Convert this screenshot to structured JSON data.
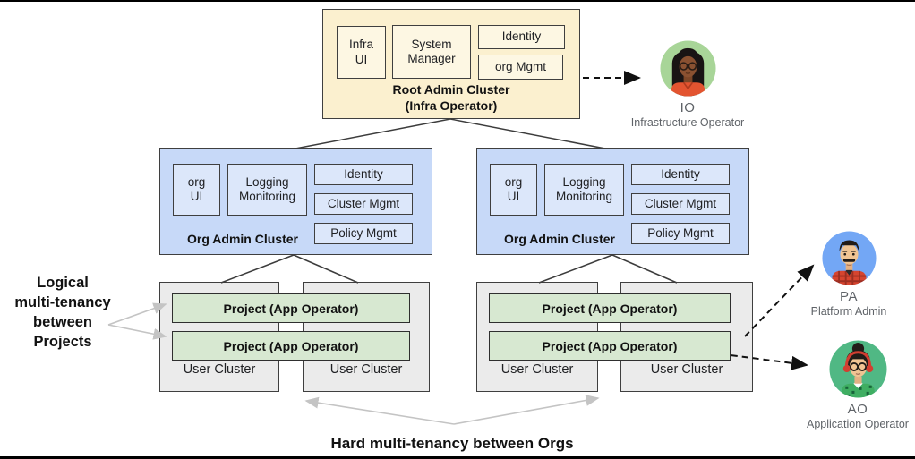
{
  "annotations": {
    "left_label": "Logical\nmulti-tenancy\nbetween\nProjects",
    "bottom_label": "Hard multi-tenancy between Orgs"
  },
  "root_cluster": {
    "title": "Root Admin Cluster\n(Infra Operator)",
    "modules": [
      "Infra\nUI",
      "System\nManager",
      "Identity",
      "org Mgmt"
    ]
  },
  "org_clusters": [
    {
      "title": "Org Admin Cluster",
      "modules": [
        "org\nUI",
        "Logging\nMonitoring",
        "Identity",
        "Cluster Mgmt",
        "Policy Mgmt"
      ]
    },
    {
      "title": "Org Admin Cluster",
      "modules": [
        "org\nUI",
        "Logging\nMonitoring",
        "Identity",
        "Cluster Mgmt",
        "Policy Mgmt"
      ]
    }
  ],
  "user_groups": [
    {
      "projects": [
        "Project (App Operator)",
        "Project (App Operator)"
      ],
      "clusters": [
        "User Cluster",
        "User Cluster"
      ]
    },
    {
      "projects": [
        "Project (App Operator)",
        "Project  (App Operator)"
      ],
      "clusters": [
        "User Cluster",
        "User Cluster"
      ]
    }
  ],
  "personas": [
    {
      "id": "IO",
      "role": "Infrastructure Operator"
    },
    {
      "id": "PA",
      "role": "Platform Admin"
    },
    {
      "id": "AO",
      "role": "Application Operator"
    }
  ],
  "colors": {
    "root_fill": "#FBF0CF",
    "root_module_fill": "#FDF7E3",
    "org_fill": "#C7D9F8",
    "org_module_fill": "#DCE7FA",
    "user_fill": "#EBEBEB",
    "project_fill": "#D7E8D1",
    "io_avatar_bg": "#A8D598",
    "pa_avatar_bg": "#73A7F5",
    "ao_avatar_bg": "#50B884",
    "connector": "#3c3c3c",
    "gray_arrow": "#c4c4c4",
    "dashed_arrow": "#111111"
  }
}
